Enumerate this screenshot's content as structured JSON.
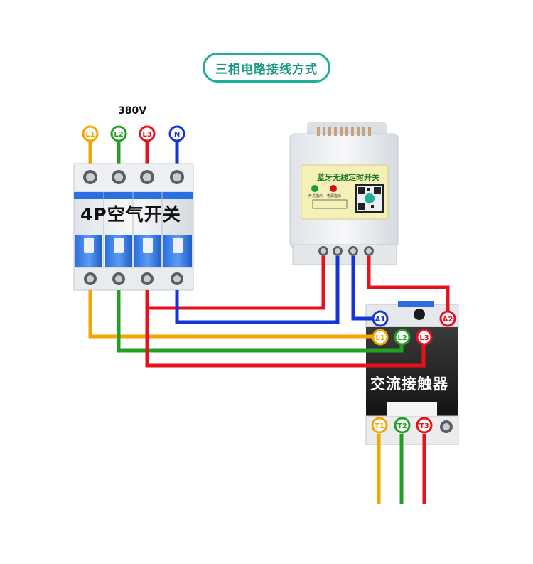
{
  "title": "三相电路接线方式",
  "voltage": "380V",
  "breaker": {
    "label": "4P空气开关",
    "terminals_top": [
      "L1",
      "L2",
      "L3",
      "N"
    ]
  },
  "timer": {
    "title": "蓝牙无线定时开关",
    "led_labels": [
      "开关指示",
      "电源指示"
    ]
  },
  "contactor": {
    "label": "交流接触器",
    "coil_terminals": [
      "A1",
      "A2"
    ],
    "input_terminals": [
      "L1",
      "L2",
      "L3"
    ],
    "output_terminals": [
      "T1",
      "T2",
      "T3"
    ]
  },
  "colors": {
    "L1": "#f5a500",
    "L2": "#23a024",
    "L3": "#e8101a",
    "N": "#1533d6",
    "accent": "#1fae9a"
  }
}
